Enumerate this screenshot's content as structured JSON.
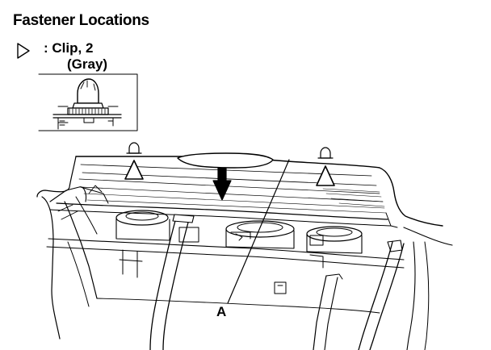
{
  "diagram": {
    "title": "Fastener Locations",
    "legend": {
      "symbol": "hollow-triangle-icon",
      "label_line1": ": Clip, 2",
      "label_line2": "(Gray)"
    },
    "callouts": [
      {
        "id": "A",
        "label": "A"
      }
    ],
    "colors": {
      "ink": "#000000",
      "paper": "#ffffff"
    }
  }
}
